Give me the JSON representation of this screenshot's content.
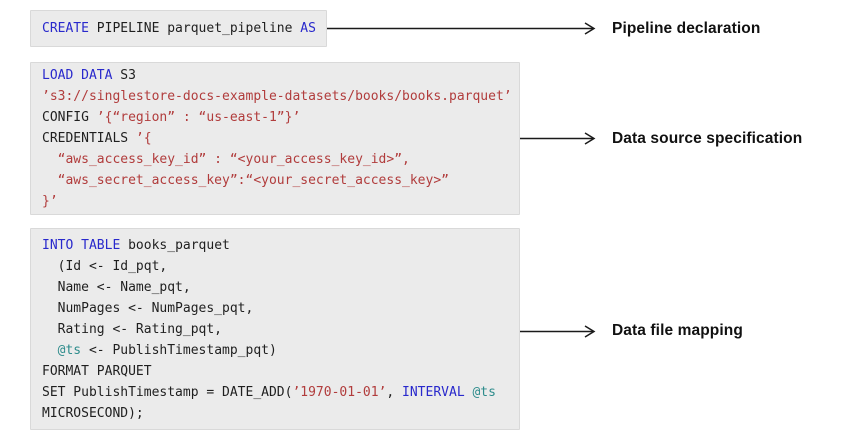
{
  "colors": {
    "background": "#ffffff",
    "block_bg": "#ebebeb",
    "block_border": "#d9d9d9",
    "code_text": "#1f1f1f",
    "keyword": "#2929cc",
    "string": "#b13c3c",
    "variable": "#2e8c8c",
    "arrow": "#1a1a1a",
    "label_text": "#111111"
  },
  "code_blocks": [
    {
      "name": "pipeline-declaration-code",
      "lines": [
        [
          {
            "t": "CREATE",
            "c": "keyword"
          },
          {
            "t": " PIPELINE parquet_pipeline ",
            "c": "plain"
          },
          {
            "t": "AS",
            "c": "keyword"
          }
        ]
      ]
    },
    {
      "name": "data-source-specification-code",
      "lines": [
        [
          {
            "t": "LOAD DATA",
            "c": "keyword"
          },
          {
            "t": " S3",
            "c": "plain"
          }
        ],
        [
          {
            "t": "’s3://singlestore-docs-example-datasets/books/books.parquet’",
            "c": "string"
          }
        ],
        [
          {
            "t": "CONFIG ",
            "c": "plain"
          },
          {
            "t": "’{“region” : “us-east-1”}’",
            "c": "string"
          }
        ],
        [
          {
            "t": "CREDENTIALS ",
            "c": "plain"
          },
          {
            "t": "’{",
            "c": "string"
          }
        ],
        [
          {
            "t": "  “aws_access_key_id” : “<your_access_key_id>”,",
            "c": "string"
          }
        ],
        [
          {
            "t": "  “aws_secret_access_key”:“<your_secret_access_key>”",
            "c": "string"
          }
        ],
        [
          {
            "t": "}’",
            "c": "string"
          }
        ]
      ]
    },
    {
      "name": "data-file-mapping-code",
      "lines": [
        [
          {
            "t": "INTO TABLE",
            "c": "keyword"
          },
          {
            "t": " books_parquet",
            "c": "plain"
          }
        ],
        [
          {
            "t": "  (Id <- Id_pqt,",
            "c": "plain"
          }
        ],
        [
          {
            "t": "  Name <- Name_pqt,",
            "c": "plain"
          }
        ],
        [
          {
            "t": "  NumPages <- NumPages_pqt,",
            "c": "plain"
          }
        ],
        [
          {
            "t": "  Rating <- Rating_pqt,",
            "c": "plain"
          }
        ],
        [
          {
            "t": "  ",
            "c": "plain"
          },
          {
            "t": "@ts",
            "c": "variable"
          },
          {
            "t": " <- PublishTimestamp_pqt)",
            "c": "plain"
          }
        ],
        [
          {
            "t": "FORMAT PARQUET",
            "c": "plain"
          }
        ],
        [
          {
            "t": "SET PublishTimestamp = DATE_ADD(",
            "c": "plain"
          },
          {
            "t": "’1970-01-01’",
            "c": "string"
          },
          {
            "t": ", ",
            "c": "plain"
          },
          {
            "t": "INTERVAL",
            "c": "keyword"
          },
          {
            "t": " ",
            "c": "plain"
          },
          {
            "t": "@ts",
            "c": "variable"
          }
        ],
        [
          {
            "t": "MICROSECOND);",
            "c": "plain"
          }
        ]
      ]
    }
  ],
  "annotations": [
    {
      "label": "Pipeline declaration"
    },
    {
      "label": "Data source specification"
    },
    {
      "label": "Data file mapping"
    }
  ]
}
